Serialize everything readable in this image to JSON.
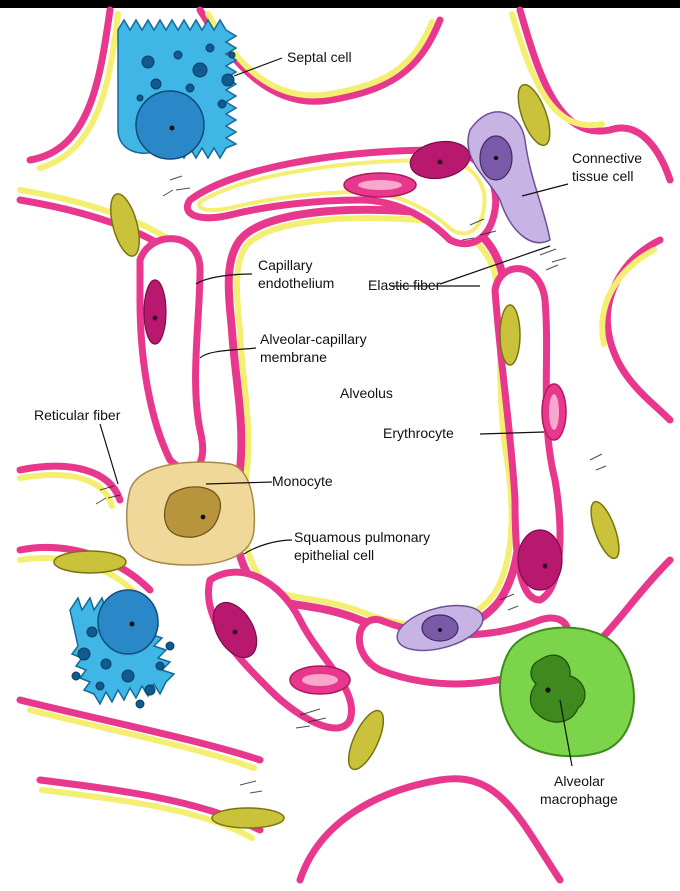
{
  "labels": {
    "septal_cell": "Septal cell",
    "connective_tissue_cell_1": "Connective",
    "connective_tissue_cell_2": "tissue cell",
    "capillary_endothelium_1": "Capillary",
    "capillary_endothelium_2": "endothelium",
    "elastic_fiber": "Elastic fiber",
    "alveolar_capillary_membrane_1": "Alveolar-capillary",
    "alveolar_capillary_membrane_2": "membrane",
    "alveolus": "Alveolus",
    "reticular_fiber": "Reticular fiber",
    "erythrocyte": "Erythrocyte",
    "monocyte": "Monocyte",
    "squamous_epithelial_1": "Squamous pulmonary",
    "squamous_epithelial_2": "epithelial cell",
    "alveolar_macrophage_1": "Alveolar",
    "alveolar_macrophage_2": "macrophage"
  },
  "colors": {
    "wall_magenta": "#e8388e",
    "wall_yellow": "#f4ef72",
    "septal_blue": "#3fb6e6",
    "septal_nucleus": "#2a88c9",
    "capillary_pink": "#d8247a",
    "connective_lavender": "#c8b4e4",
    "monocyte_tan": "#f0d89a",
    "macrophage_green": "#7cd44a",
    "macrophage_dark": "#3e8a1e",
    "fibrocyte_olive": "#c9c23a"
  }
}
